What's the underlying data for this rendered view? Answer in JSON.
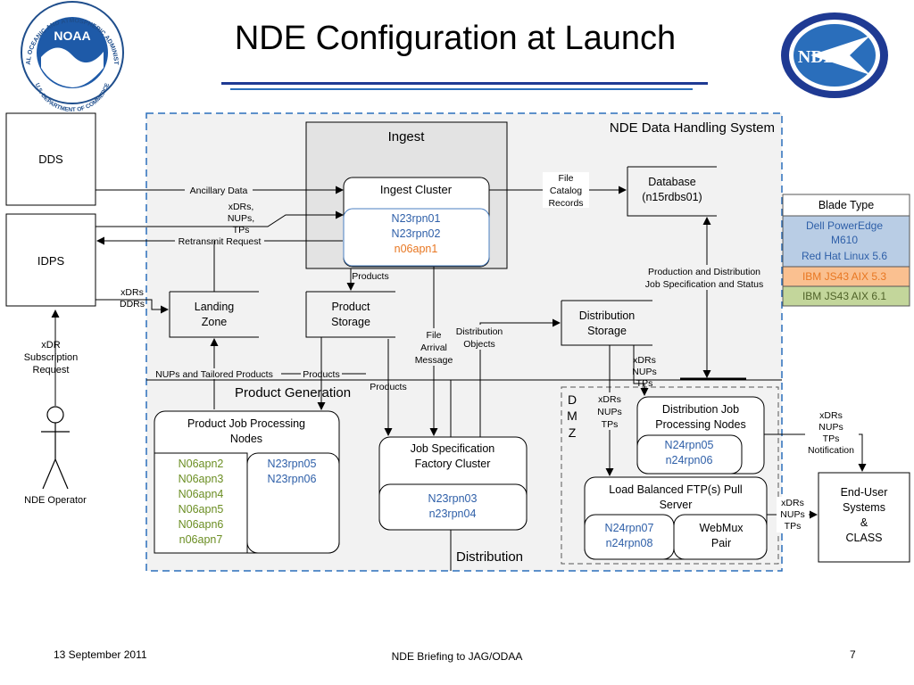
{
  "header": {
    "title": "NDE Configuration at Launch"
  },
  "logos": {
    "noaa_label": "NOAA",
    "noaa_ring_top": "NATIONAL OCEANIC AND ATMOSPHERIC ADMINISTRATION",
    "noaa_ring_bottom": "U.S. DEPARTMENT OF COMMERCE",
    "nde_label": "NDE"
  },
  "external": {
    "dds": "DDS",
    "idps": "IDPS",
    "xdr_request": [
      "xDR",
      "Subscription",
      "Request"
    ],
    "operator": "NDE Operator"
  },
  "system": {
    "title": "NDE Data Handling System",
    "ingest": {
      "label": "Ingest",
      "cluster_label": "Ingest Cluster",
      "nodes": [
        "N23rpn01",
        "N23rpn02",
        "n06apn1"
      ]
    },
    "database": [
      "Database",
      "(n15rdbs01)"
    ],
    "landing_zone": [
      "Landing",
      "Zone"
    ],
    "product_storage": [
      "Product",
      "Storage"
    ],
    "distribution_storage": [
      "Distribution",
      "Storage"
    ],
    "product_generation": {
      "label": "Product Generation",
      "pjp_title": [
        "Product Job Processing",
        "Nodes"
      ],
      "nodes_green": [
        "N06apn2",
        "N06apn3",
        "N06apn4",
        "N06apn5",
        "N06apn6",
        "n06apn7"
      ],
      "nodes_blue": [
        "N23rpn05",
        "N23rpn06"
      ]
    },
    "jsf": {
      "title": [
        "Job Specification",
        "Factory Cluster"
      ],
      "nodes": [
        "N23rpn03",
        "n23rpn04"
      ]
    },
    "distribution_label": "Distribution",
    "dmz": {
      "letters": [
        "D",
        "M",
        "Z"
      ],
      "djp_title": [
        "Distribution Job",
        "Processing Nodes"
      ],
      "djp_nodes": [
        "N24rpn05",
        "n24rpn06"
      ],
      "ftp_title": [
        "Load Balanced FTP(s) Pull",
        "Server"
      ],
      "ftp_nodes": [
        "N24rpn07",
        "n24rpn08"
      ],
      "webmux": [
        "WebMux",
        "Pair"
      ]
    }
  },
  "flow_labels": {
    "ancillary_data": "Ancillary Data",
    "xdrs_nups_tps": [
      "xDRs,",
      "NUPs,",
      "TPs"
    ],
    "retransmit": "Retransmit Request",
    "file_catalog": [
      "File",
      "Catalog",
      "Records"
    ],
    "products_ingest": "Products",
    "xdrs_ddrs": [
      "xDRs",
      "DDRs"
    ],
    "file_arrival": [
      "File",
      "Arrival",
      "Message"
    ],
    "distribution_objects": [
      "Distribution",
      "Objects"
    ],
    "prod_dist_spec": [
      "Production and Distribution",
      "Job Specification and Status"
    ],
    "nups_tailored": "NUPs and Tailored Products",
    "products_mid": "Products",
    "products_gen": "Products",
    "xdrs_to_djp": [
      "xDRs",
      "NUPs",
      "TPs"
    ],
    "xdrs_to_ftp": [
      "xDRs",
      "NUPs",
      "TPs"
    ],
    "xdrs_notification": [
      "xDRs",
      "NUPs",
      "TPs",
      "Notification"
    ],
    "xdrs_to_end": [
      "xDRs",
      "NUPs",
      "TPs"
    ]
  },
  "end_user": [
    "End-User",
    "Systems",
    "&",
    "CLASS"
  ],
  "legend": {
    "title": "Blade Type",
    "dell": [
      "Dell PowerEdge",
      "M610",
      "Red Hat Linux 5.6"
    ],
    "ibm53": "IBM JS43 AIX 5.3",
    "ibm61": "IBM JS43 AIX 6.1"
  },
  "colors": {
    "node_blue": "#2e5fa8",
    "node_green": "#6b8e23",
    "node_orange": "#e87722",
    "legend_blue_bg": "#b9cde5",
    "legend_orange_bg": "#fac090",
    "legend_green_bg": "#c3d69b",
    "dashed_border": "#2a6ebb"
  },
  "footer": {
    "date": "13 September 2011",
    "center": "NDE Briefing to JAG/ODAA",
    "page": "7"
  }
}
